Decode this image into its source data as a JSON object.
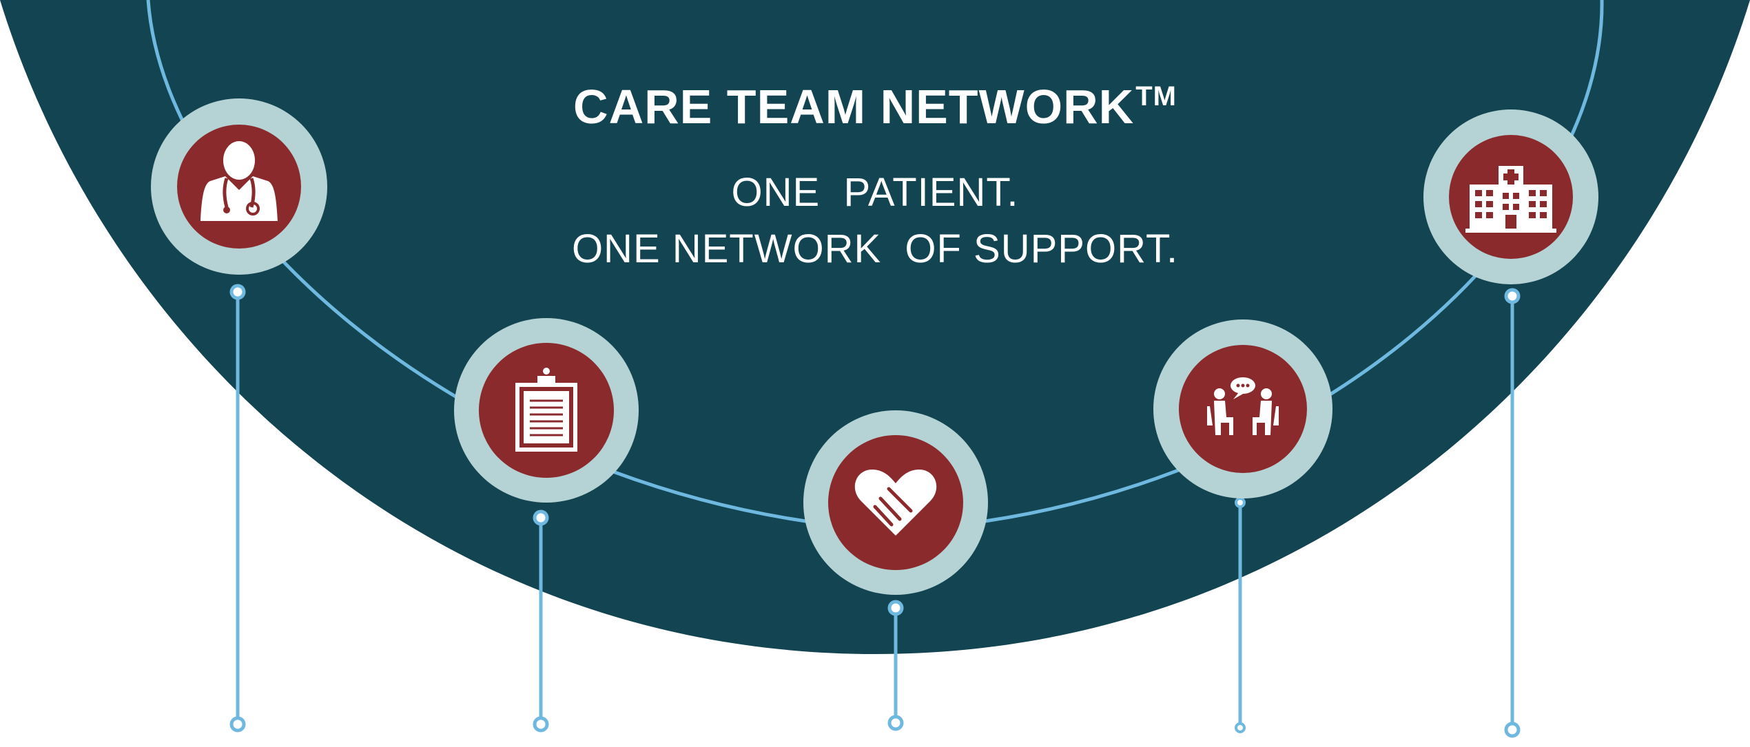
{
  "header": {
    "title": "CARE TEAM NETWORK",
    "trademark": "TM",
    "tagline_line1": "ONE  PATIENT.",
    "tagline_line2": "ONE NETWORK  OF SUPPORT."
  },
  "nodes": [
    {
      "icon": "doctor-icon"
    },
    {
      "icon": "clipboard-icon"
    },
    {
      "icon": "heart-handshake-icon"
    },
    {
      "icon": "counseling-conversation-icon"
    },
    {
      "icon": "hospital-icon"
    }
  ],
  "colors": {
    "background": "#ffffff",
    "dome": "#134451",
    "network_line": "#6fb8e0",
    "node_ring": "#b5d3d5",
    "node_fill": "#8b2a2c",
    "icon": "#ffffff",
    "text": "#ffffff"
  }
}
